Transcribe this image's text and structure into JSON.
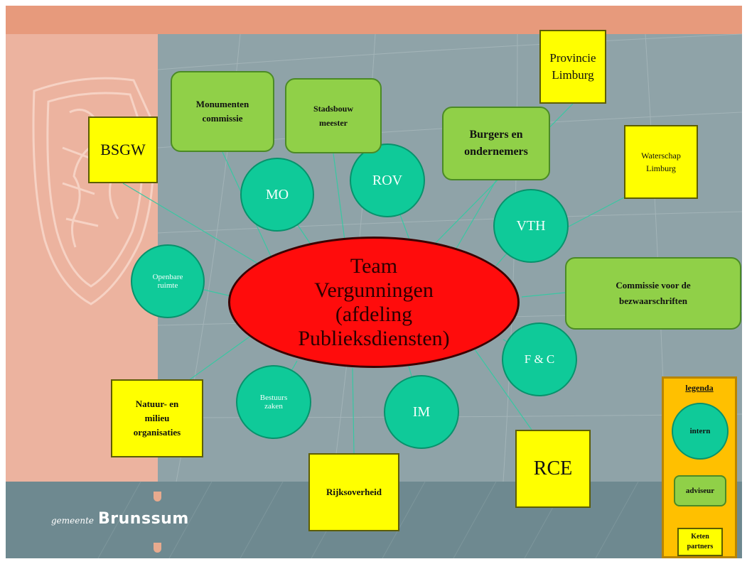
{
  "center": {
    "label": "Team Vergunningen (afdeling Publieksdiensten)"
  },
  "internal": [
    {
      "key": "mo",
      "label": "MO"
    },
    {
      "key": "rov",
      "label": "ROV"
    },
    {
      "key": "vth",
      "label": "VTH"
    },
    {
      "key": "fc",
      "label": "F & C"
    },
    {
      "key": "im",
      "label": "IM"
    },
    {
      "key": "bestuurszaken",
      "label": "Bestuurs zaken"
    },
    {
      "key": "openbare-ruimte",
      "label": "Openbare ruimte"
    }
  ],
  "advisors": [
    {
      "key": "monumenten",
      "label": "Monumenten commissie"
    },
    {
      "key": "stadsbouw",
      "label": "Stadsbouw meester"
    },
    {
      "key": "burgers",
      "label": "Burgers en ondernemers"
    },
    {
      "key": "commissie",
      "label": "Commissie voor de bezwaarschriften"
    }
  ],
  "partners": [
    {
      "key": "bsgw",
      "label": "BSGW"
    },
    {
      "key": "provincie",
      "label": "Provincie Limburg"
    },
    {
      "key": "waterschap",
      "label": "Waterschap Limburg"
    },
    {
      "key": "natuur",
      "label": "Natuur- en milieu organisaties"
    },
    {
      "key": "rijksoverheid",
      "label": "Rijksoverheid"
    },
    {
      "key": "rce",
      "label": "RCE"
    }
  ],
  "legend": {
    "title": "legenda",
    "intern": "intern",
    "adviseur": "adviseur",
    "keten": "Keten partners"
  },
  "logo": {
    "prefix": "gemeente",
    "name": "Brunssum"
  },
  "colors": {
    "internal": "#0fca99",
    "advisor": "#90d048",
    "partner": "#ffff00",
    "center": "#ff0c0c",
    "legend": "#ffc000"
  }
}
